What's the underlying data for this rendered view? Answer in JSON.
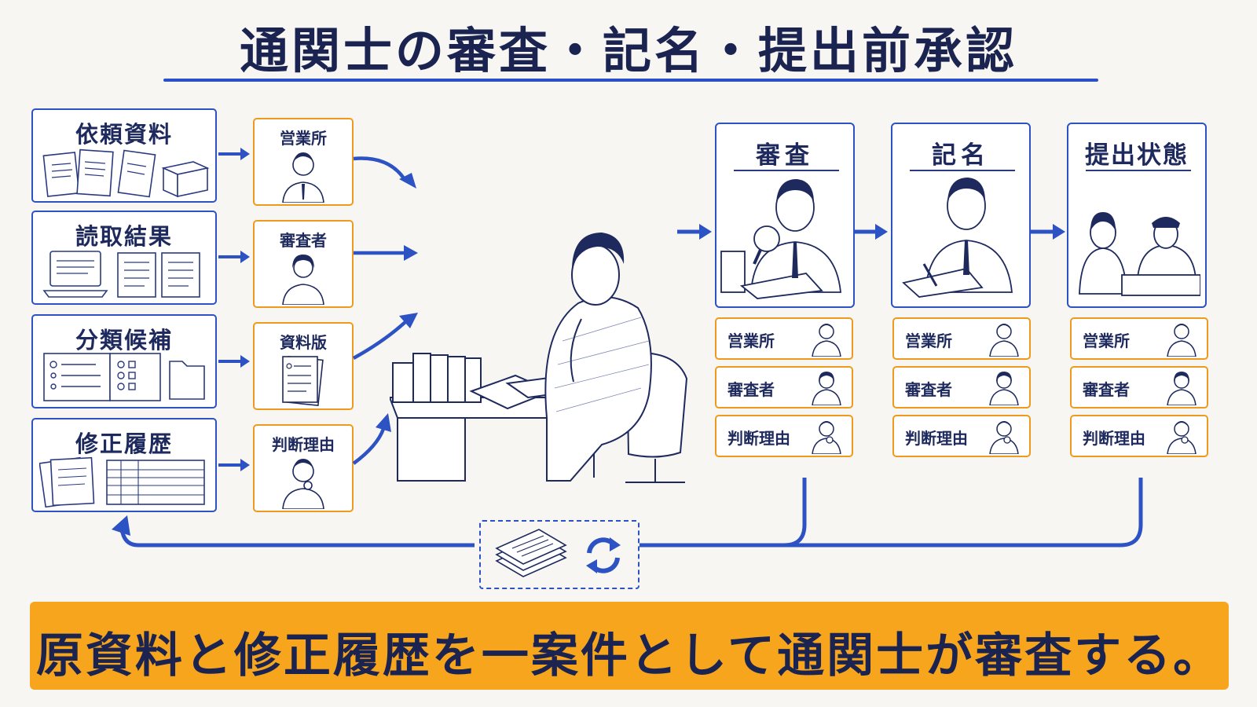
{
  "title": "通関士の審査・記名・提出前承認",
  "sources": [
    {
      "label": "依頼資料"
    },
    {
      "label": "読取結果"
    },
    {
      "label": "分類候補"
    },
    {
      "label": "修正履歴"
    }
  ],
  "roles": [
    {
      "label": "営業所"
    },
    {
      "label": "審査者"
    },
    {
      "label": "資料版"
    },
    {
      "label": "判断理由"
    }
  ],
  "stages": [
    {
      "label": "審査",
      "roles": [
        "営業所",
        "審査者",
        "判断理由"
      ]
    },
    {
      "label": "記名",
      "roles": [
        "営業所",
        "審査者",
        "判断理由"
      ]
    },
    {
      "label": "提出状態",
      "roles": [
        "営業所",
        "審査者",
        "判断理由"
      ]
    }
  ],
  "icons": [
    "documents-icon",
    "package-icon",
    "laptop-icon",
    "checklist-icon",
    "folder-icon",
    "table-icon",
    "person-icon",
    "magnifier-icon",
    "pen-icon",
    "officer-icon",
    "refresh-icon"
  ],
  "colors": {
    "accent": "#2c52c4",
    "orange": "#f6a51c",
    "ink": "#1e2a5e"
  },
  "summary": "原資料と修正履歴を一案件として通関士が審査する。"
}
